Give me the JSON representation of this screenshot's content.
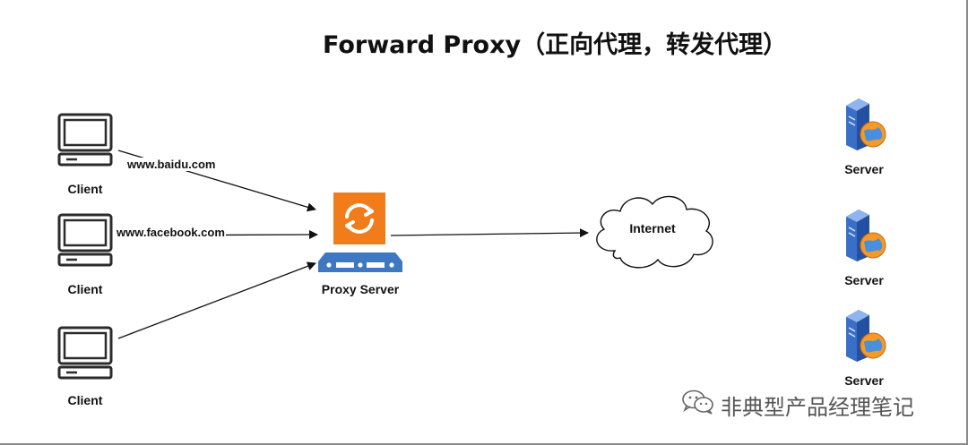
{
  "title": "Forward Proxy（正向代理，转发代理）",
  "clients": [
    {
      "label": "Client",
      "request": "www.baidu.com"
    },
    {
      "label": "Client",
      "request": "www.facebook.com"
    },
    {
      "label": "Client",
      "request": ""
    }
  ],
  "proxy": {
    "label": "Proxy Server",
    "accent": "#f07c1b",
    "base_color": "#3d78c1"
  },
  "internet": {
    "label": "Internet"
  },
  "servers": [
    {
      "label": "Server"
    },
    {
      "label": "Server"
    },
    {
      "label": "Server"
    }
  ],
  "watermark": {
    "text": "非典型产品经理笔记",
    "icon": "wechat-icon"
  },
  "colors": {
    "line": "#111111",
    "client": "#2b2b2b",
    "server_blue": "#3a6fc8",
    "globe_orange": "#f39a28"
  }
}
